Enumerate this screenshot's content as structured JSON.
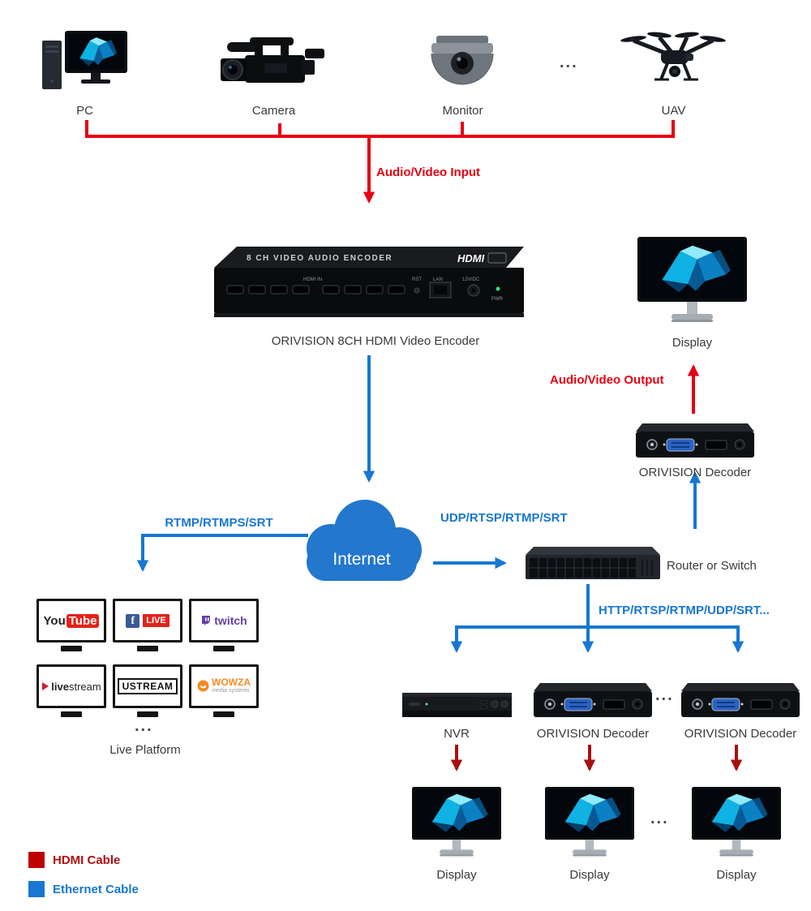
{
  "colors": {
    "hdmi_red": "#e60012",
    "hdmi_dark_red": "#a8100f",
    "ethernet_blue": "#1777d2",
    "cloud_blue": "#2377cd",
    "legend_red": "#c00000",
    "label_gray": "#3a3a3a"
  },
  "sources": {
    "items": [
      {
        "label": "PC"
      },
      {
        "label": "Camera"
      },
      {
        "label": "Monitor"
      },
      {
        "label": "UAV"
      }
    ],
    "ellipsis": "..."
  },
  "flows": {
    "av_input": "Audio/Video Input",
    "rtmp": "RTMP/RTMPS/SRT",
    "udp": "UDP/RTSP/RTMP/SRT",
    "av_output": "Audio/Video Output",
    "http": "HTTP/RTSP/RTMP/UDP/SRT..."
  },
  "encoder": {
    "label": "ORIVISION 8CH HDMI Video Encoder",
    "panel_title": "8 CH VIDEO AUDIO ENCODER",
    "hdmi_logo": "HDMI",
    "hdmi_in": "HDMI IN",
    "rst": "RST",
    "lan": "LAN",
    "dc": "12V/DC",
    "pwr": "PWR"
  },
  "internet": {
    "label": "Internet"
  },
  "router": {
    "label": "Router or Switch"
  },
  "decoder_top": {
    "label": "ORIVISION Decoder"
  },
  "display_top": {
    "label": "Display"
  },
  "platforms": {
    "label": "Live Platform",
    "ellipsis": "...",
    "youtube": {
      "part1": "You",
      "part2": "Tube"
    },
    "facebook": {
      "icon": "f",
      "badge": "LIVE"
    },
    "twitch": {
      "name": "twitch"
    },
    "livestream": {
      "part1": "live",
      "part2": "stream"
    },
    "ustream": {
      "name": "USTREAM"
    },
    "wowza": {
      "name": "WOWZA",
      "sub": "media systems"
    }
  },
  "bottom": {
    "devices": [
      {
        "label": "NVR"
      },
      {
        "label": "ORIVISION Decoder"
      },
      {
        "label": "ORIVISION Decoder"
      }
    ],
    "devices_ellipsis": "...",
    "displays": [
      {
        "label": "Display"
      },
      {
        "label": "Display"
      },
      {
        "label": "Display"
      }
    ],
    "displays_ellipsis": "..."
  },
  "legend": {
    "items": [
      {
        "label": "HDMI Cable",
        "color": "#c00000"
      },
      {
        "label": "Ethernet Cable",
        "color": "#1777d2"
      }
    ]
  }
}
